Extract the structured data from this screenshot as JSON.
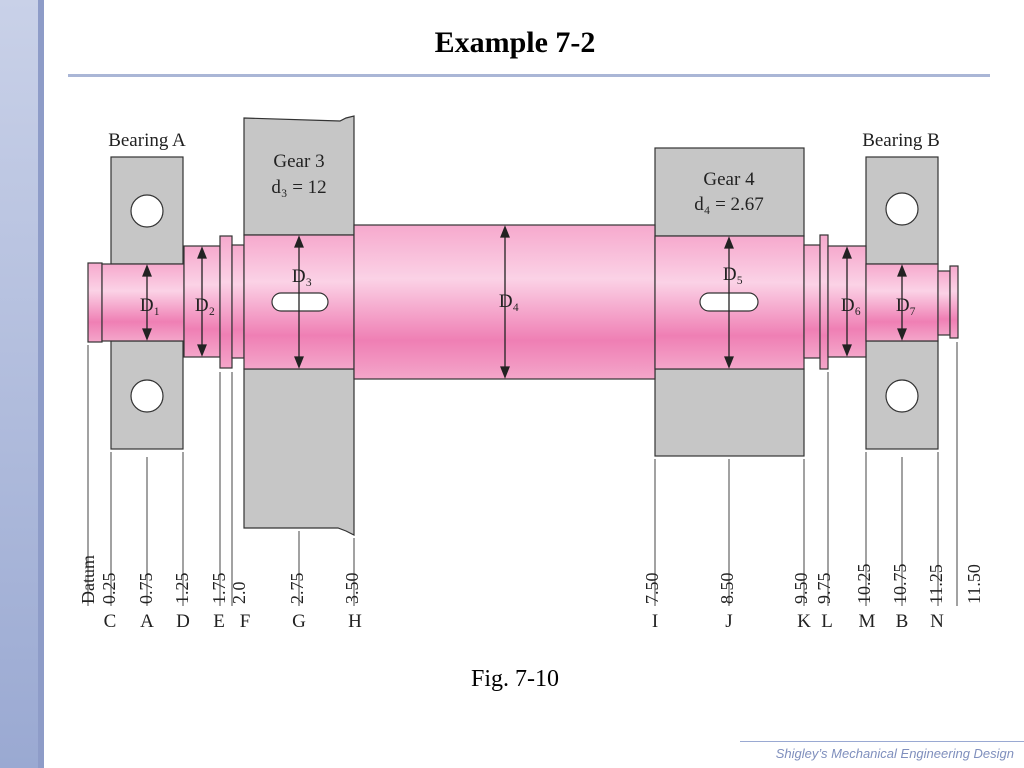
{
  "slide": {
    "title": "Example 7-2",
    "caption": "Fig. 7-10",
    "footer": "Shigley’s Mechanical Engineering Design"
  },
  "diagram": {
    "bearing_a": "Bearing A",
    "bearing_b": "Bearing B",
    "gear3_name": "Gear 3",
    "gear3_spec": "d₃ = 12",
    "gear4_name": "Gear 4",
    "gear4_spec": "d₄ = 2.67",
    "diameters": [
      "D₁",
      "D₂",
      "D₃",
      "D₄",
      "D₅",
      "D₆",
      "D₇"
    ],
    "stations": [
      {
        "value": "Datum",
        "letter": ""
      },
      {
        "value": "0.25",
        "letter": "C"
      },
      {
        "value": "0.75",
        "letter": "A"
      },
      {
        "value": "1.25",
        "letter": "D"
      },
      {
        "value": "1.75",
        "letter": "E"
      },
      {
        "value": "2.0",
        "letter": "F"
      },
      {
        "value": "2.75",
        "letter": "G"
      },
      {
        "value": "3.50",
        "letter": "H"
      },
      {
        "value": "7.50",
        "letter": "I"
      },
      {
        "value": "8.50",
        "letter": "J"
      },
      {
        "value": "9.50",
        "letter": "K"
      },
      {
        "value": "9.75",
        "letter": "L"
      },
      {
        "value": "10.25",
        "letter": "M"
      },
      {
        "value": "10.75",
        "letter": "B"
      },
      {
        "value": "11.25",
        "letter": "N"
      },
      {
        "value": "11.50",
        "letter": ""
      }
    ]
  }
}
